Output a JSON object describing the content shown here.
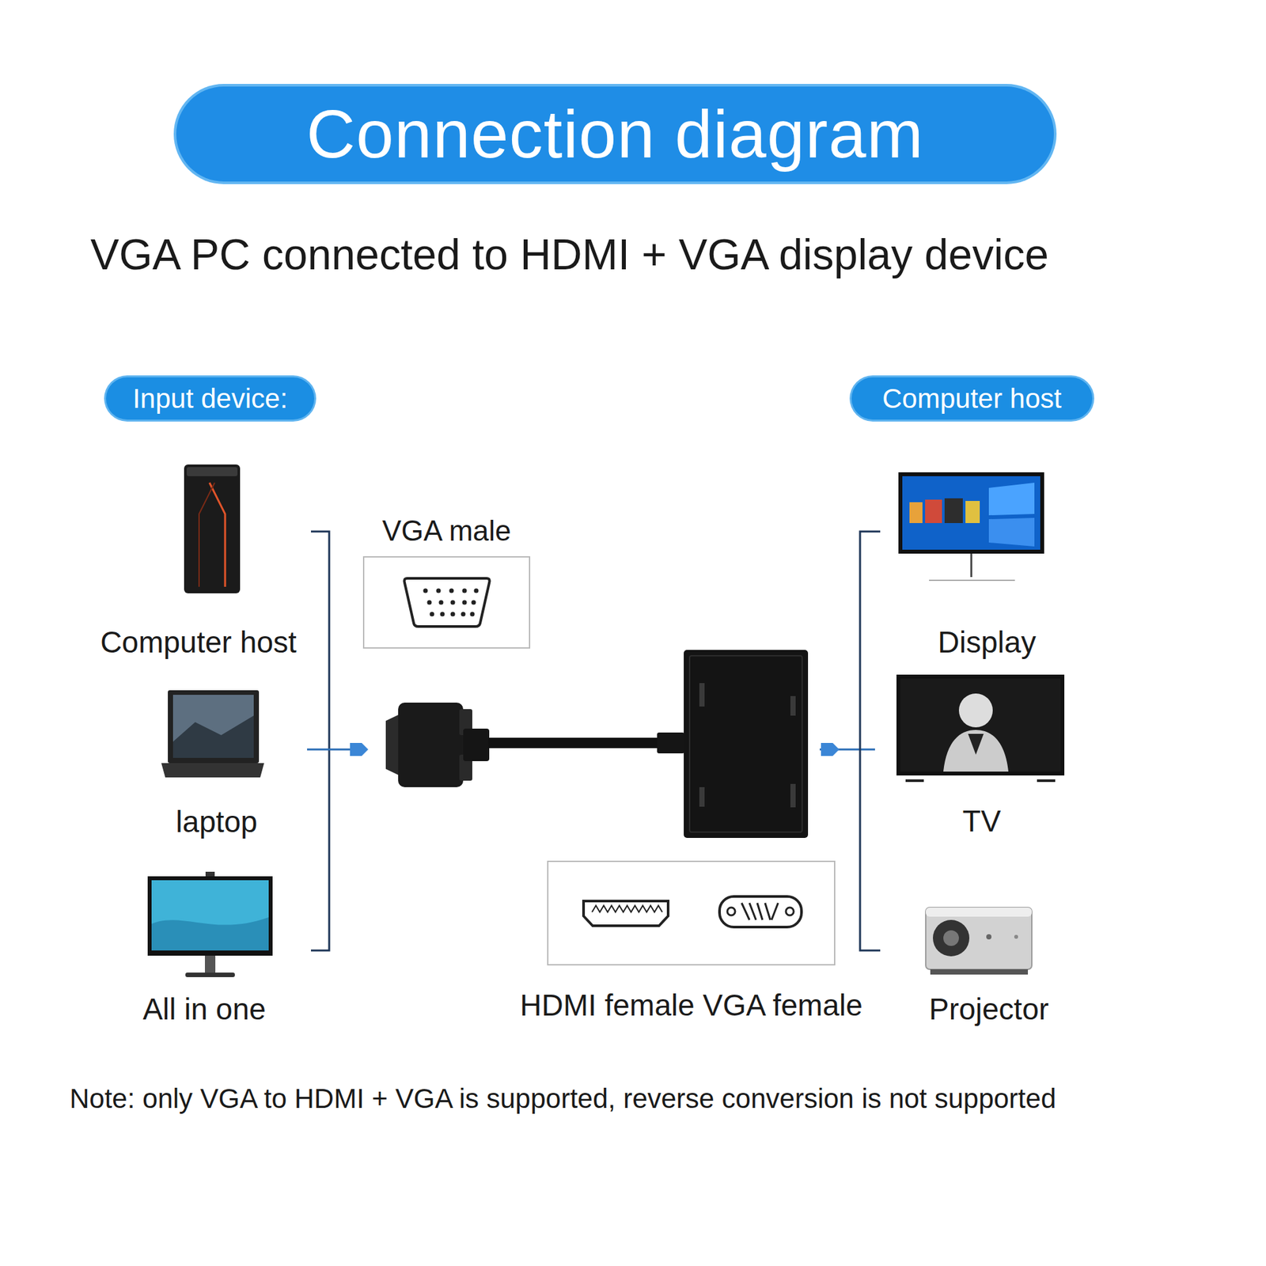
{
  "diagram": {
    "title": "Connection diagram",
    "nodes": [
      {
        "text": [
          "Input device:"
        ]
      },
      {
        "text": [
          "Computer host"
        ]
      },
      {
        "text": [
          "VGA male"
        ]
      },
      {
        "text": [
          "HDMI female VGA female"
        ]
      }
    ],
    "labels": [
      "VGA PC connected to HDMI + VGA display device",
      "Computer host",
      "laptop",
      "All in one",
      "Display",
      "TV",
      "Projector",
      "Note: only VGA to HDMI + VGA is supported, reverse conversion is not supported"
    ]
  }
}
